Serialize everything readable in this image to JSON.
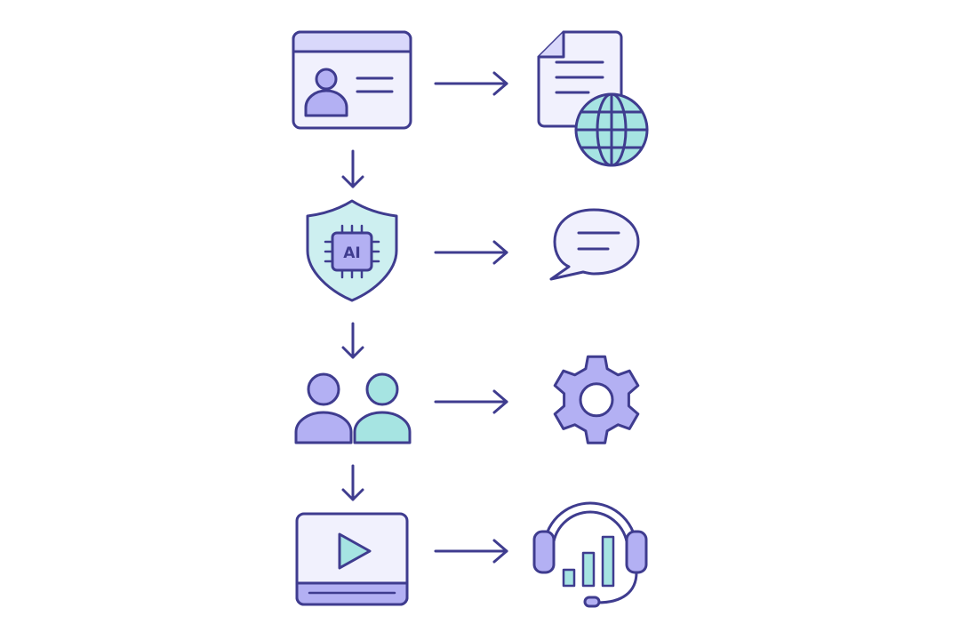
{
  "colors": {
    "stroke": "#3f3c8f",
    "lavender": "#b3b0f3",
    "lavender_light": "#d9d8fb",
    "teal": "#a6e4e2",
    "teal_light": "#cdeff0",
    "panel": "#f1f1fd",
    "background": "#ffffff"
  },
  "chip_label": "AI",
  "nodes": [
    {
      "id": "profile-card",
      "icon": "profile-card-icon",
      "row": 1,
      "column": "left"
    },
    {
      "id": "document-globe",
      "icon": "document-globe-icon",
      "row": 1,
      "column": "right"
    },
    {
      "id": "ai-shield",
      "icon": "ai-shield-icon",
      "row": 2,
      "column": "left"
    },
    {
      "id": "chat-bubble",
      "icon": "chat-bubble-icon",
      "row": 2,
      "column": "right"
    },
    {
      "id": "people",
      "icon": "people-icon",
      "row": 3,
      "column": "left"
    },
    {
      "id": "gear",
      "icon": "gear-icon",
      "row": 3,
      "column": "right"
    },
    {
      "id": "video-player",
      "icon": "video-player-icon",
      "row": 4,
      "column": "left"
    },
    {
      "id": "headset-analytics",
      "icon": "headset-analytics-icon",
      "row": 4,
      "column": "right"
    }
  ],
  "edges": [
    {
      "from": "profile-card",
      "to": "document-globe",
      "direction": "right"
    },
    {
      "from": "ai-shield",
      "to": "chat-bubble",
      "direction": "right"
    },
    {
      "from": "people",
      "to": "gear",
      "direction": "right"
    },
    {
      "from": "video-player",
      "to": "headset-analytics",
      "direction": "right"
    },
    {
      "from": "profile-card",
      "to": "ai-shield",
      "direction": "down"
    },
    {
      "from": "ai-shield",
      "to": "people",
      "direction": "down"
    },
    {
      "from": "people",
      "to": "video-player",
      "direction": "down"
    }
  ]
}
